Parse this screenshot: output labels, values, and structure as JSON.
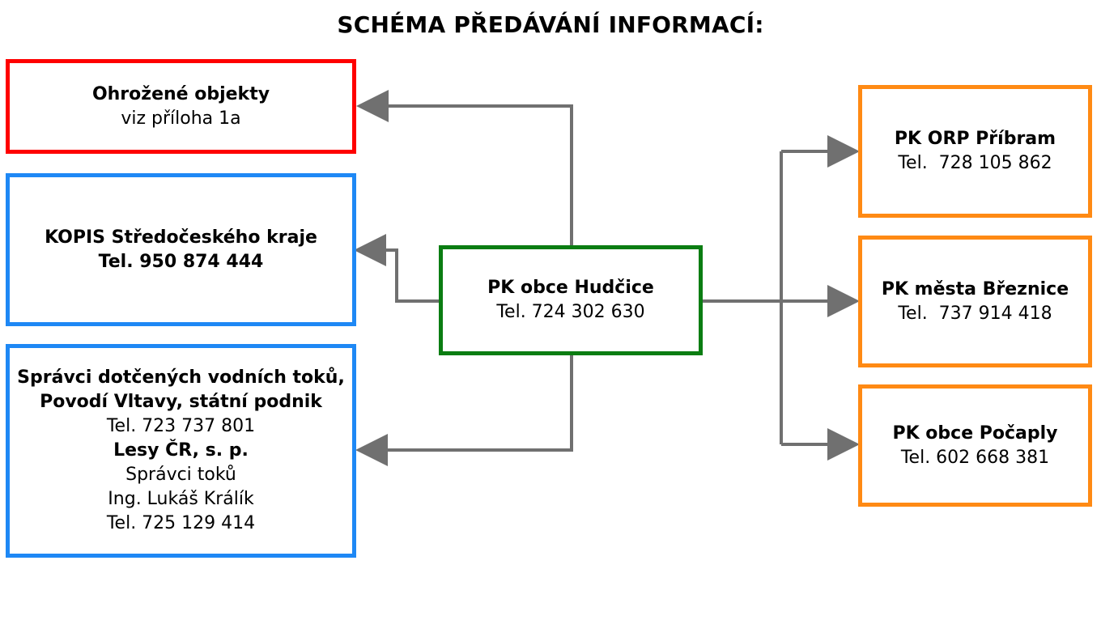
{
  "title": "SCHÉMA PŘEDÁVÁNÍ INFORMACÍ:",
  "colors": {
    "red": "#ff0000",
    "blue": "#1e88f5",
    "green": "#0b7d12",
    "orange": "#ff8a14",
    "connector": "#707070"
  },
  "center": {
    "name": "PK obce Hudčice",
    "phone": "Tel. 724 302 630"
  },
  "left": {
    "threatened": {
      "name": "Ohrožené objekty",
      "note": "viz příloha 1a"
    },
    "kopis": {
      "name": "KOPIS Středočeského kraje",
      "phone": "Tel. 950 874 444"
    },
    "water": {
      "line1": "Správci dotčených vodních toků,",
      "line2": "Povodí Vltavy, státní podnik",
      "phone1": "Tel. 723 737 801",
      "line3": "Lesy ČR, s. p.",
      "line4": "Správci toků",
      "line5": "Ing. Lukáš Králík",
      "phone2": "Tel. 725 129 414"
    }
  },
  "right": {
    "orp": {
      "name": "PK ORP Příbram",
      "phone": "Tel.  728 105 862"
    },
    "breznice": {
      "name": "PK města Březnice",
      "phone": "Tel.  737 914 418"
    },
    "pocaply": {
      "name": "PK obce Počaply",
      "phone": "Tel. 602 668 381"
    }
  }
}
